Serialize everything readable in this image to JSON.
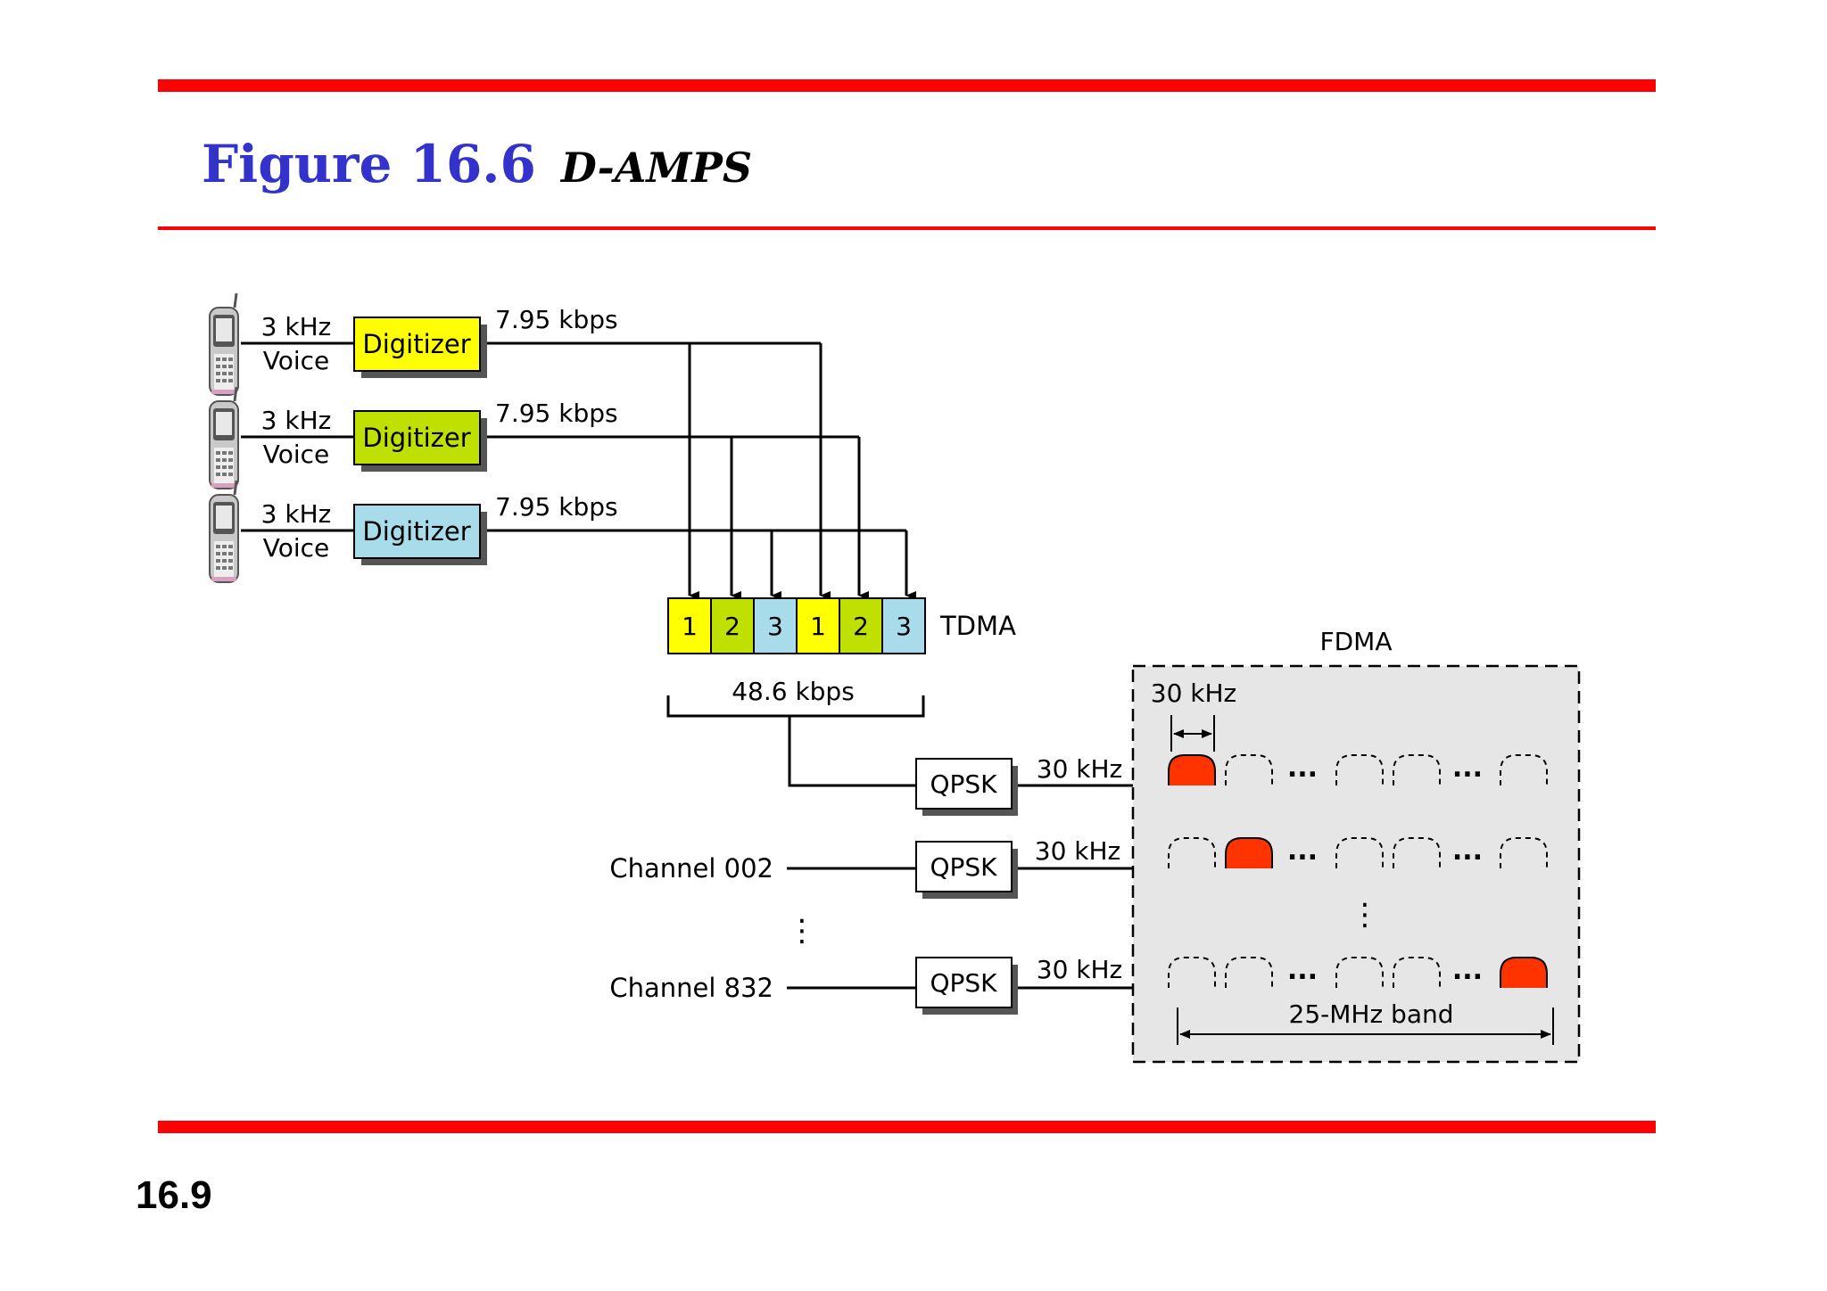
{
  "header": {
    "figure_number": "Figure 16.6",
    "figure_title": "D-AMPS"
  },
  "footer": {
    "slide_number": "16.9"
  },
  "diagram": {
    "voice_inputs": [
      {
        "freq": "3 kHz",
        "label": "Voice",
        "digitizer": "Digitizer",
        "rate": "7.95 kbps",
        "color": "#ffff00"
      },
      {
        "freq": "3 kHz",
        "label": "Voice",
        "digitizer": "Digitizer",
        "rate": "7.95 kbps",
        "color": "#bfe000"
      },
      {
        "freq": "3 kHz",
        "label": "Voice",
        "digitizer": "Digitizer",
        "rate": "7.95 kbps",
        "color": "#a8dcea"
      }
    ],
    "tdma": {
      "label": "TDMA",
      "slots": [
        "1",
        "2",
        "3",
        "1",
        "2",
        "3"
      ],
      "rate": "48.6 kbps"
    },
    "channels": [
      {
        "name": "",
        "modulator": "QPSK",
        "bandwidth": "30 kHz",
        "active_slot": 0
      },
      {
        "name": "Channel 002",
        "modulator": "QPSK",
        "bandwidth": "30 kHz",
        "active_slot": 1
      },
      {
        "name": "Channel 832",
        "modulator": "QPSK",
        "bandwidth": "30 kHz",
        "active_slot": 5
      }
    ],
    "channel_ellipsis": "⋮",
    "fdma": {
      "label": "FDMA",
      "channel_spacing": "30 kHz",
      "band": "25-MHz band",
      "ellipsis": "...",
      "vertical_ellipsis": "⋮"
    },
    "colors": {
      "digitizer_1": "#ffff00",
      "digitizer_2": "#bfe000",
      "digitizer_3": "#a8dcea",
      "active_carrier": "#ff3300",
      "fdma_background": "#e6e6e6",
      "accent_rule": "#ff0000",
      "title": "#3333cc"
    }
  }
}
